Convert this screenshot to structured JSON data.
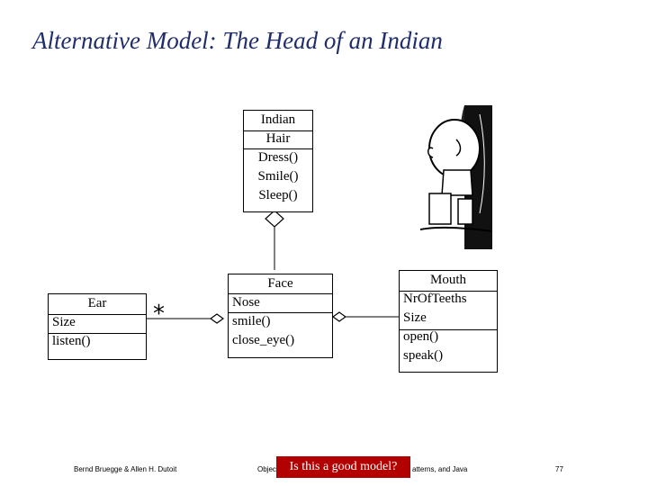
{
  "title": "Alternative Model: The Head of an Indian",
  "classes": {
    "indian": {
      "name": "Indian",
      "attributes": [
        "Hair"
      ],
      "methods": [
        "Dress()",
        "Smile()",
        "Sleep()"
      ]
    },
    "face": {
      "name": "Face",
      "attributes": [
        "Nose"
      ],
      "methods": [
        "smile()",
        "close_eye()"
      ]
    },
    "ear": {
      "name": "Ear",
      "attributes": [
        "Size"
      ],
      "methods": [
        "listen()"
      ]
    },
    "mouth": {
      "name": "Mouth",
      "attributes": [
        "NrOfTeeths",
        "Size"
      ],
      "methods": [
        "open()",
        "speak()"
      ]
    }
  },
  "multiplicity": "*",
  "footer": {
    "authors": "Bernd Bruegge & Allen H. Dutoit",
    "course_left": "Object",
    "course_right": "atterns, and Java",
    "page": "77"
  },
  "callout": "Is this a good model?",
  "colors": {
    "title": "#1f2d6b",
    "callout_bg": "#b30000",
    "callout_text": "#ffffff"
  }
}
